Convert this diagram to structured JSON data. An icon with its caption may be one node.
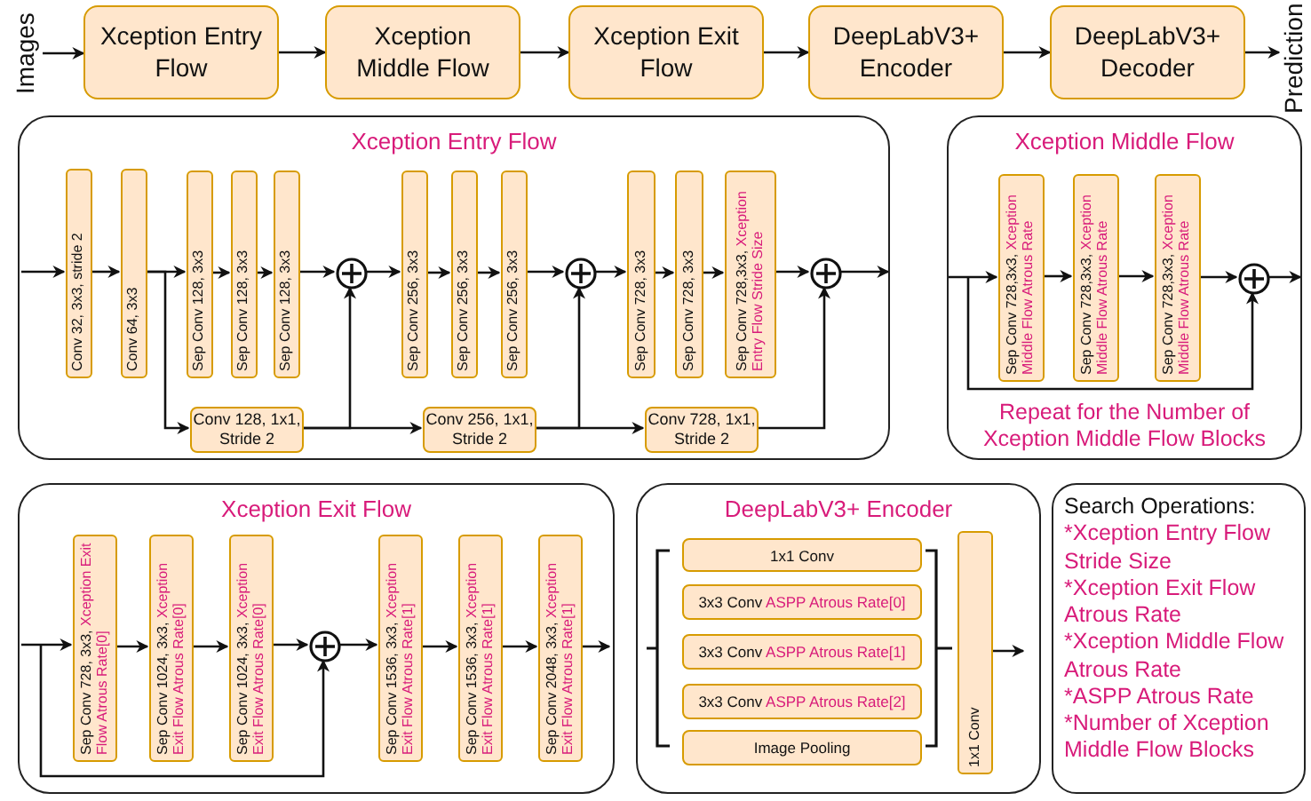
{
  "diagram": {
    "nodes": [
      {
        "text": [
          "Images"
        ]
      },
      {
        "text": [
          "Xception Entry Flow"
        ]
      },
      {
        "text": [
          "Xception Middle Flow"
        ]
      },
      {
        "text": [
          "Xception Exit Flow"
        ]
      },
      {
        "text": [
          "DeepLabV3+ Encoder"
        ]
      },
      {
        "text": [
          "DeepLabV3+ Decoder"
        ]
      },
      {
        "text": [
          "Prediction"
        ]
      },
      {
        "text": [
          "Xception Entry Flow"
        ]
      },
      {
        "text": [
          "Conv 32, 3x3, stride 2"
        ],
        "in": 7
      },
      {
        "text": [
          "Conv 64, 3x3"
        ],
        "in": 7
      },
      {
        "text": [
          "Sep Conv 128, 3x3"
        ],
        "in": 7
      },
      {
        "text": [
          "Sep Conv 128, 3x3"
        ],
        "in": 7
      },
      {
        "text": [
          "Sep Conv 128, 3x3"
        ],
        "in": 7
      },
      {
        "text": [],
        "shape": "circle",
        "in": 7
      },
      {
        "text": [
          "Sep Conv 256, 3x3"
        ],
        "in": 7
      },
      {
        "text": [
          "Sep Conv 256, 3x3"
        ],
        "in": 7
      },
      {
        "text": [
          "Sep Conv 256, 3x3"
        ],
        "in": 7
      },
      {
        "text": [],
        "shape": "circle",
        "in": 7
      },
      {
        "text": [
          "Sep Conv 728, 3x3"
        ],
        "in": 7
      },
      {
        "text": [
          "Sep Conv 728, 3x3"
        ],
        "in": 7
      },
      {
        "text": [
          "Sep Conv 728,3x3,",
          "Xception Entry Flow Stride Size"
        ],
        "in": 7
      },
      {
        "text": [],
        "shape": "circle",
        "in": 7
      },
      {
        "text": [
          "Conv 128, 1x1, Stride 2"
        ],
        "in": 7
      },
      {
        "text": [
          "Conv 256, 1x1, Stride 2"
        ],
        "in": 7
      },
      {
        "text": [
          "Conv 728, 1x1, Stride 2"
        ],
        "in": 7
      },
      {
        "text": [
          "Xception Middle Flow",
          "Repeat for the Number of Xception Middle Flow Blocks"
        ]
      },
      {
        "text": [
          "Sep Conv 728,3x3,",
          "Xception Middle Flow Atrous Rate"
        ],
        "in": 25
      },
      {
        "text": [
          "Sep Conv 728,3x3,",
          "Xception Middle Flow Atrous Rate"
        ],
        "in": 25
      },
      {
        "text": [
          "Sep Conv 728,3x3,",
          "Xception Middle Flow Atrous Rate"
        ],
        "in": 25
      },
      {
        "text": [],
        "shape": "circle",
        "in": 25
      },
      {
        "text": [
          "Xception Exit Flow"
        ]
      },
      {
        "text": [
          "Sep Conv 728, 3x3,",
          "Xception Exit Flow Atrous Rate[0]"
        ],
        "in": 30
      },
      {
        "text": [
          "Sep Conv 1024, 3x3,",
          "Xception Exit Flow Atrous Rate[0]"
        ],
        "in": 30
      },
      {
        "text": [
          "Sep Conv 1024, 3x3,",
          "Xception Exit Flow Atrous Rate[0]"
        ],
        "in": 30
      },
      {
        "text": [],
        "shape": "circle",
        "in": 30
      },
      {
        "text": [
          "Sep Conv 1536, 3x3,",
          "Xception Exit Flow Atrous Rate[1]"
        ],
        "in": 30
      },
      {
        "text": [
          "Sep Conv 1536, 3x3,",
          "Xception Exit Flow Atrous Rate[1]"
        ],
        "in": 30
      },
      {
        "text": [
          "Sep Conv 2048, 3x3,",
          "Xception Exit Flow Atrous Rate[1]"
        ],
        "in": 30
      },
      {
        "text": [
          "DeepLabV3+ Encoder"
        ]
      },
      {
        "text": [
          "1x1 Conv"
        ],
        "in": 38
      },
      {
        "text": [
          "3x3 Conv",
          "ASPP Atrous Rate[0]"
        ],
        "in": 38
      },
      {
        "text": [
          "3x3 Conv",
          "ASPP Atrous Rate[1]"
        ],
        "in": 38
      },
      {
        "text": [
          "3x3 Conv",
          "ASPP Atrous Rate[2]"
        ],
        "in": 38
      },
      {
        "text": [
          "Image Pooling"
        ],
        "in": 38
      },
      {
        "text": [
          "1x1 Conv"
        ],
        "in": 38
      },
      {
        "text": [
          "Search Operations:",
          "*Xception Entry Flow Stride Size",
          "*Xception Exit Flow Atrous Rate",
          "*Xception Middle Flow Atrous Rate",
          "*ASPP Atrous Rate",
          "*Number of Xception Middle Flow Blocks"
        ]
      }
    ],
    "edges": [
      {
        "from": 0,
        "to": 1,
        "arrow": "to"
      },
      {
        "from": 1,
        "to": 2,
        "arrow": "to"
      },
      {
        "from": 2,
        "to": 3,
        "arrow": "to"
      },
      {
        "from": 3,
        "to": 4,
        "arrow": "to"
      },
      {
        "from": 4,
        "to": 5,
        "arrow": "to"
      },
      {
        "from": 5,
        "to": 6,
        "arrow": "to"
      },
      {
        "from": null,
        "to": 8,
        "arrow": "to"
      },
      {
        "from": 8,
        "to": 9,
        "arrow": "to"
      },
      {
        "from": 9,
        "to": 10,
        "arrow": "to"
      },
      {
        "from": 9,
        "to": 22,
        "arrow": "to"
      },
      {
        "from": 10,
        "to": 11,
        "arrow": "to"
      },
      {
        "from": 11,
        "to": 12,
        "arrow": "to"
      },
      {
        "from": 12,
        "to": 13,
        "arrow": "to"
      },
      {
        "from": 22,
        "to": 13,
        "arrow": "to"
      },
      {
        "from": 22,
        "to": 23,
        "arrow": "to"
      },
      {
        "from": 13,
        "to": 14,
        "arrow": "to"
      },
      {
        "from": 14,
        "to": 15,
        "arrow": "to"
      },
      {
        "from": 15,
        "to": 16,
        "arrow": "to"
      },
      {
        "from": 16,
        "to": 17,
        "arrow": "to"
      },
      {
        "from": 23,
        "to": 17,
        "arrow": "to"
      },
      {
        "from": 23,
        "to": 24,
        "arrow": "to"
      },
      {
        "from": 17,
        "to": 18,
        "arrow": "to"
      },
      {
        "from": 18,
        "to": 19,
        "arrow": "to"
      },
      {
        "from": 19,
        "to": 20,
        "arrow": "to"
      },
      {
        "from": 20,
        "to": 21,
        "arrow": "to"
      },
      {
        "from": 24,
        "to": 21,
        "arrow": "to"
      },
      {
        "from": 21,
        "to": null,
        "arrow": "to"
      },
      {
        "from": null,
        "to": 26,
        "arrow": "to"
      },
      {
        "from": 26,
        "to": 27,
        "arrow": "to"
      },
      {
        "from": 27,
        "to": 28,
        "arrow": "to"
      },
      {
        "from": 28,
        "to": 29,
        "arrow": "to"
      },
      {
        "from": null,
        "to": 29,
        "arrow": "to"
      },
      {
        "from": 29,
        "to": null,
        "arrow": "to"
      },
      {
        "from": null,
        "to": 31,
        "arrow": "to"
      },
      {
        "from": 31,
        "to": 32,
        "arrow": "to"
      },
      {
        "from": 32,
        "to": 33,
        "arrow": "to"
      },
      {
        "from": 33,
        "to": 34,
        "arrow": "to"
      },
      {
        "from": null,
        "to": 34,
        "arrow": "to"
      },
      {
        "from": 34,
        "to": 35,
        "arrow": "to"
      },
      {
        "from": 35,
        "to": 36,
        "arrow": "to"
      },
      {
        "from": 36,
        "to": 37,
        "arrow": "to"
      },
      {
        "from": 37,
        "to": null,
        "arrow": "to"
      },
      {
        "from": 44,
        "to": null,
        "arrow": "to"
      }
    ]
  }
}
